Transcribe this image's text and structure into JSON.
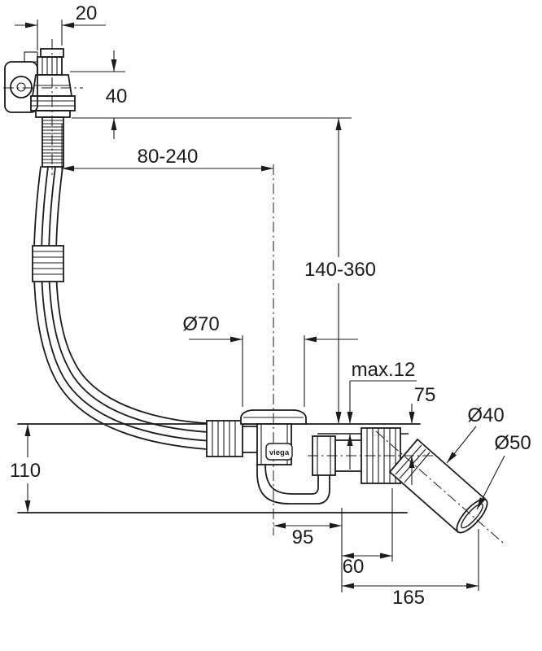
{
  "drawing": {
    "brand_mark": "viega",
    "labels": {
      "width_top": "20",
      "height_knob": "40",
      "range_horizontal": "80-240",
      "range_vertical": "140-360",
      "flange_diameter": "Ø70",
      "max_thickness": "max.12",
      "height_outlet": "75",
      "diameter_40": "Ø40",
      "diameter_50": "Ø50",
      "height_body": "110",
      "offset_trap": "95",
      "offset_connector": "60",
      "length_outlet": "165"
    }
  }
}
